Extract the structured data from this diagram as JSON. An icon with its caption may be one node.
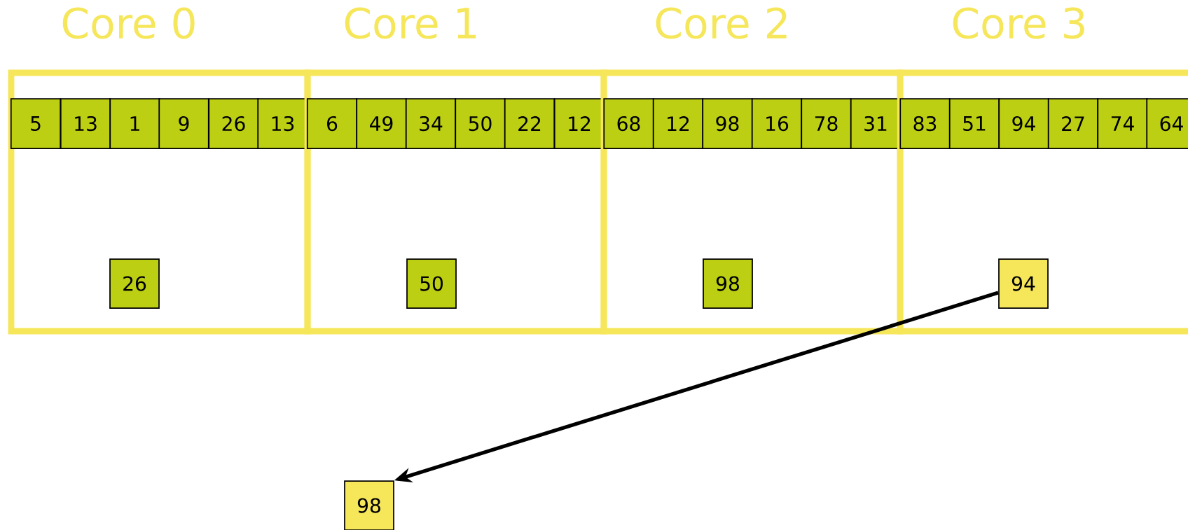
{
  "diagram": {
    "nodes": [
      {
        "text": [
          "Core 0"
        ]
      },
      {
        "text": [
          "5"
        ],
        "in": 0
      },
      {
        "text": [
          "13"
        ],
        "in": 0
      },
      {
        "text": [
          "1"
        ],
        "in": 0
      },
      {
        "text": [
          "9"
        ],
        "in": 0
      },
      {
        "text": [
          "26"
        ],
        "in": 0
      },
      {
        "text": [
          "13"
        ],
        "in": 0
      },
      {
        "text": [
          "26"
        ],
        "in": 0
      },
      {
        "text": [
          "Core 1"
        ]
      },
      {
        "text": [
          "6"
        ],
        "in": 8
      },
      {
        "text": [
          "49"
        ],
        "in": 8
      },
      {
        "text": [
          "34"
        ],
        "in": 8
      },
      {
        "text": [
          "50"
        ],
        "in": 8
      },
      {
        "text": [
          "22"
        ],
        "in": 8
      },
      {
        "text": [
          "12"
        ],
        "in": 8
      },
      {
        "text": [
          "50"
        ],
        "in": 8
      },
      {
        "text": [
          "Core 2"
        ]
      },
      {
        "text": [
          "68"
        ],
        "in": 16
      },
      {
        "text": [
          "12"
        ],
        "in": 16
      },
      {
        "text": [
          "98"
        ],
        "in": 16
      },
      {
        "text": [
          "16"
        ],
        "in": 16
      },
      {
        "text": [
          "78"
        ],
        "in": 16
      },
      {
        "text": [
          "31"
        ],
        "in": 16
      },
      {
        "text": [
          "98"
        ],
        "in": 16
      },
      {
        "text": [
          "Core 3"
        ]
      },
      {
        "text": [
          "83"
        ],
        "in": 24
      },
      {
        "text": [
          "51"
        ],
        "in": 24
      },
      {
        "text": [
          "94"
        ],
        "in": 24
      },
      {
        "text": [
          "27"
        ],
        "in": 24
      },
      {
        "text": [
          "74"
        ],
        "in": 24
      },
      {
        "text": [
          "64"
        ],
        "in": 24
      },
      {
        "text": [
          "94"
        ],
        "in": 24
      },
      {
        "text": [
          "98"
        ]
      }
    ],
    "edges": [
      {
        "from": 31,
        "to": 32,
        "arrow": "to"
      }
    ]
  }
}
